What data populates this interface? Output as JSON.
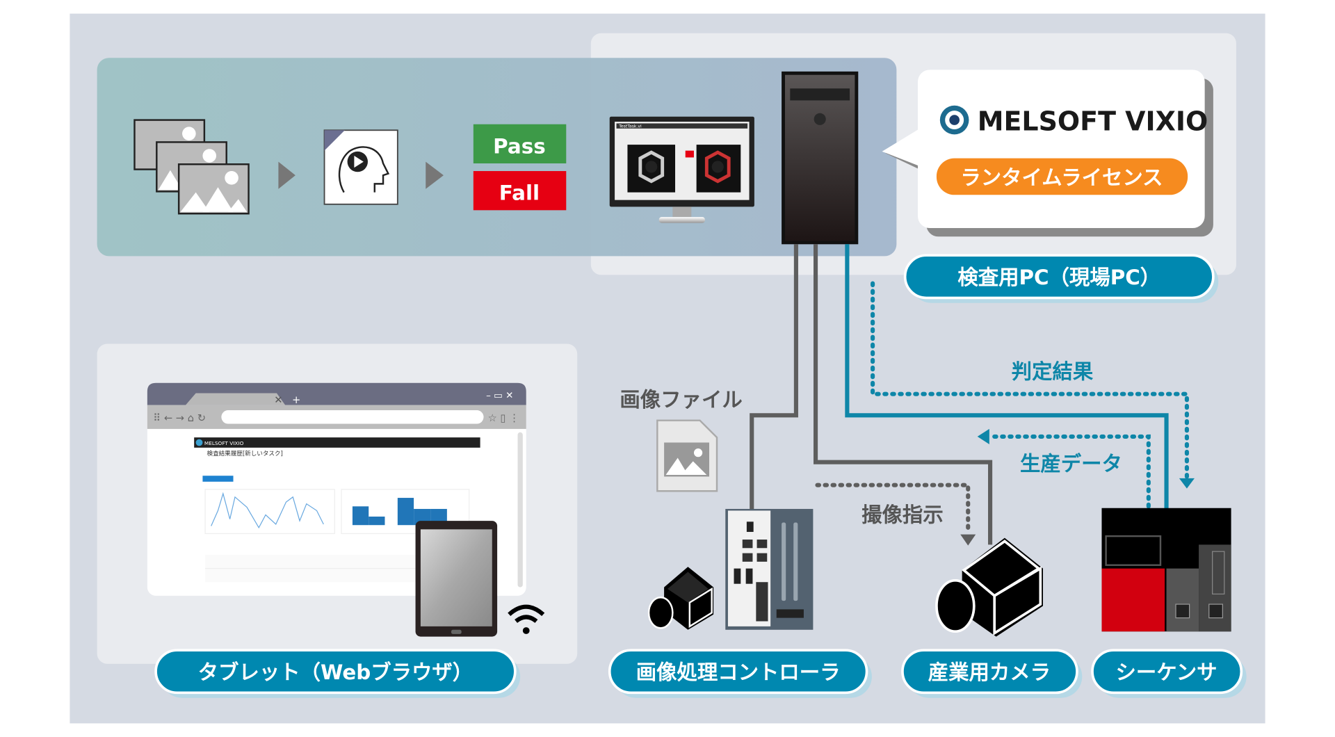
{
  "flow": {
    "pass_label": "Pass",
    "fail_label": "Fall",
    "monitor_window_title": "TestTask.vi"
  },
  "product": {
    "name": "MELSOFT VIXIO",
    "license_label": "ランタイムライセンス"
  },
  "labels": {
    "inspection_pc": "検査用PC（現場PC）",
    "tablet": "タブレット（Webブラウザ）",
    "controller": "画像処理コントローラ",
    "camera": "産業用カメラ",
    "sequencer": "シーケンサ"
  },
  "annotations": {
    "image_file": "画像ファイル",
    "judgment_result": "判定結果",
    "production_data": "生産データ",
    "capture_command": "撮像指示"
  },
  "browser": {
    "app_title": "MELSOFT VIXIO",
    "page_title": "検査結果履歴[新しいタスク]"
  },
  "colors": {
    "background": "#d5dae3",
    "panel": "#e9ebef",
    "label_pill": "#0088b0",
    "pass": "#3d9a48",
    "fail": "#e60012",
    "license": "#f68b1f",
    "teal_line": "#0e86a8",
    "gray_line": "#5e5e5e"
  },
  "icons": [
    "image-stack-icon",
    "arrow-right-icon",
    "ai-head-icon",
    "monitor-icon",
    "tower-pc-icon",
    "vixio-logo-icon",
    "image-file-icon",
    "controller-icon",
    "camera-icon",
    "sequencer-icon",
    "tablet-icon",
    "wifi-icon"
  ]
}
